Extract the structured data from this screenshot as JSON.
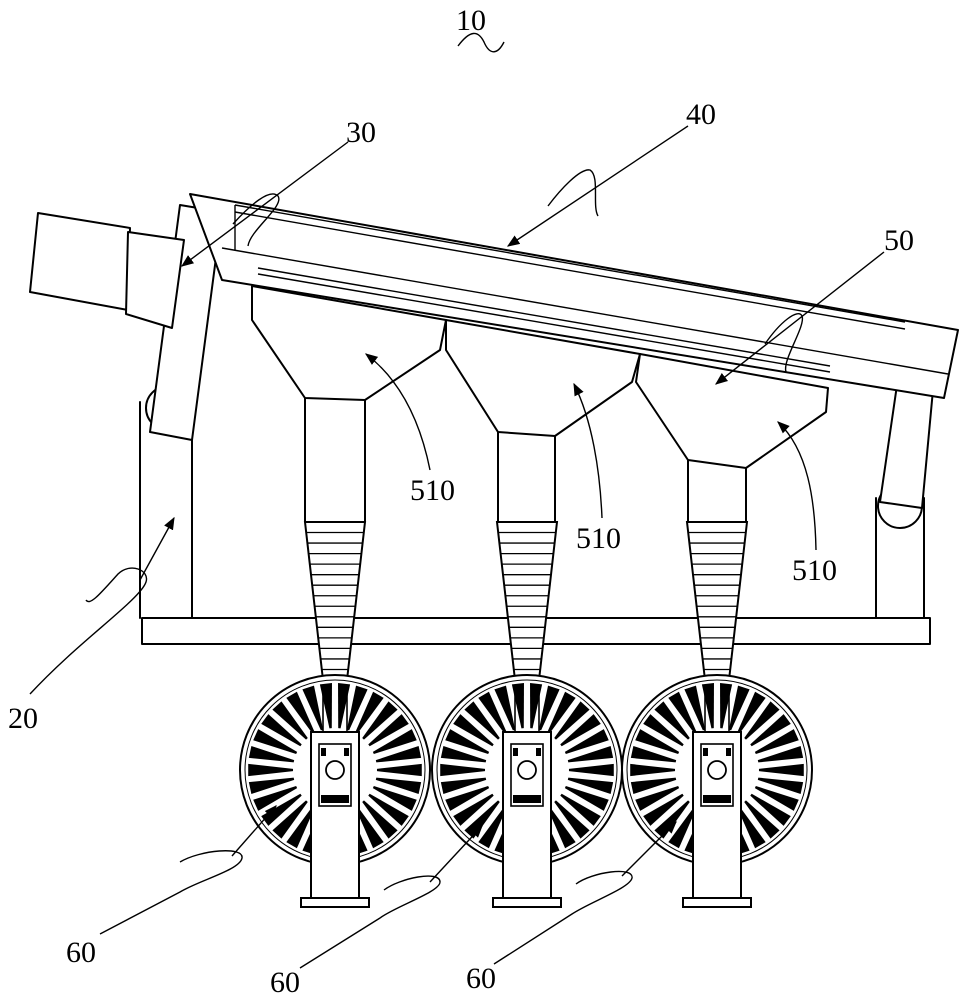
{
  "labels": {
    "assembly": "10",
    "base": "20",
    "frame": "30",
    "conveyor": "40",
    "hopper_unit": "50",
    "hopper": "510",
    "spool_unit": "60"
  },
  "spools": 3,
  "spokes_per_spool": 30
}
